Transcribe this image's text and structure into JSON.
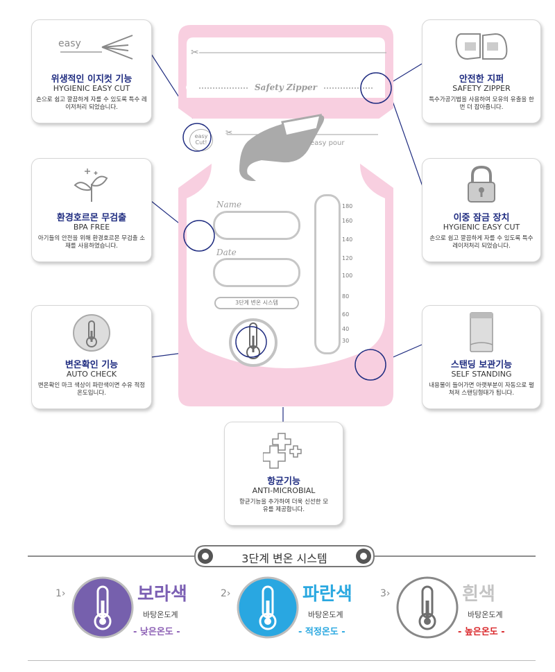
{
  "pouch": {
    "zipper_label": "Safety Zipper",
    "easy_cut_label": "easy\nCut!",
    "easy_pour_label": "easy pour",
    "name_label": "Name",
    "date_label": "Date",
    "temp_system_label": "3단계 변온 시스템",
    "scale": [
      "180",
      "160",
      "140",
      "120",
      "100",
      "80",
      "60",
      "40",
      "30"
    ]
  },
  "features": {
    "easy_cut": {
      "icon_text": "easy",
      "title_ko": "위생적인 이지컷 기능",
      "title_en": "HYGIENIC EASY CUT",
      "desc": "손으로 쉽고 깔끔하게 자를 수 있도록 특수 레이저처리 되었습니다."
    },
    "bpa_free": {
      "title_ko": "환경호르몬 무검출",
      "title_en": "BPA FREE",
      "desc": "아기들의 안전을 위해 환경호르몬 무검출 소재를 사용하였습니다."
    },
    "auto_check": {
      "title_ko": "변온확인 기능",
      "title_en": "AUTO CHECK",
      "desc": "변온확인 마크 색상이 파란색이면 수유 적정 온도입니다."
    },
    "safety_zipper": {
      "title_ko": "안전한 지퍼",
      "title_en": "SAFETY ZIPPER",
      "desc": "특수가공기법을 사용하여 모유의 유출을 한번 더 잡아줍니다."
    },
    "double_lock": {
      "title_ko": "이중 잠금 장치",
      "title_en": "HYGIENIC EASY CUT",
      "desc": "손으로 쉽고 깔끔하게 자를 수 있도록 특수 레이저처리 되었습니다."
    },
    "self_standing": {
      "title_ko": "스탠딩 보관기능",
      "title_en": "SELF STANDING",
      "desc": "내용물이 들어가면 아랫부분이 자동으로 펼쳐져 스탠딩형태가 됩니다."
    },
    "anti_microbial": {
      "title_ko": "항균기능",
      "title_en": "ANTI-MICROBIAL",
      "desc": "항균기능을 추가하여 더욱 신선한 모유를 제공합니다."
    }
  },
  "temp_system": {
    "title": "3단계 변온 시스템",
    "stages": [
      {
        "num": "1",
        "color_name": "보라색",
        "sub": "바탕온도계",
        "temp": "- 낮은온도 -",
        "color": "#7660ad",
        "name_color": "#7b5fb3",
        "temp_color": "#8c5fb5"
      },
      {
        "num": "2",
        "color_name": "파란색",
        "sub": "바탕온도계",
        "temp": "- 적정온도 -",
        "color": "#29a7e1",
        "name_color": "#2aa8e0",
        "temp_color": "#2aa8e0"
      },
      {
        "num": "3",
        "color_name": "흰색",
        "sub": "바탕온도계",
        "temp": "- 높은온도 -",
        "color": "#ffffff",
        "name_color": "#c4c4c4",
        "temp_color": "#d9262a"
      }
    ]
  },
  "colors": {
    "pouch_pink": "#f8cfe0",
    "pouch_pink_dark": "#f3b7cf",
    "title_navy": "#1f2c80",
    "connector": "#1f2c80"
  }
}
